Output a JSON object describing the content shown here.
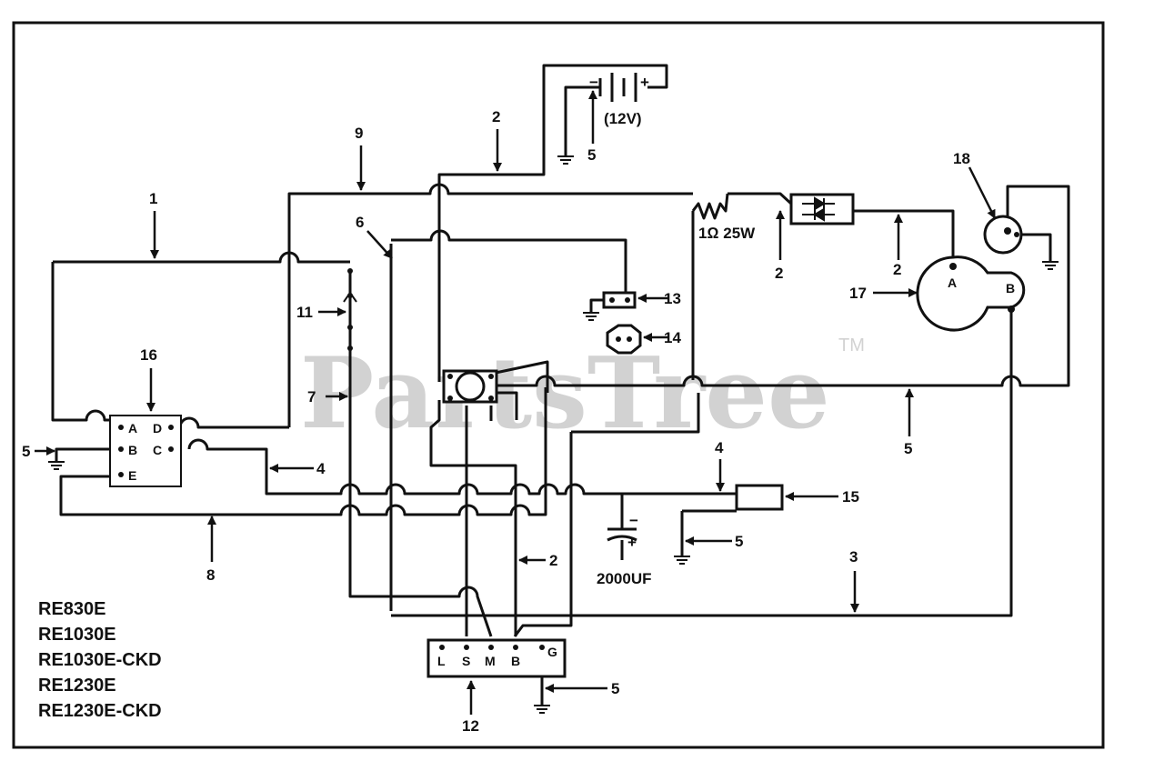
{
  "watermark": {
    "text": "PartsTree",
    "tm": "TM"
  },
  "models": [
    "RE830E",
    "RE1030E",
    "RE1030E-CKD",
    "RE1230E",
    "RE1230E-CKD"
  ],
  "battery": {
    "minus": "−",
    "plus": "+",
    "voltage": "(12V)"
  },
  "resistor": {
    "value": "1Ω 25W"
  },
  "capacitor": {
    "value": "2000UF",
    "minus": "−",
    "plus": "+"
  },
  "switch16": {
    "a": "A",
    "b": "B",
    "c": "C",
    "d": "D",
    "e": "E"
  },
  "motor17": {
    "a": "A",
    "b": "B"
  },
  "terminal12": {
    "l": "L",
    "s": "S",
    "m": "M",
    "b": "B",
    "g": "G"
  },
  "callouts": {
    "c1": "1",
    "c2a": "2",
    "c2b": "2",
    "c2c": "2",
    "c2d": "2",
    "c3": "3",
    "c4a": "4",
    "c4b": "4",
    "c5a": "5",
    "c5b": "5",
    "c5c": "5",
    "c5d": "5",
    "c5e": "5",
    "c6": "6",
    "c7": "7",
    "c8": "8",
    "c9": "9",
    "c11": "11",
    "c12": "12",
    "c13": "13",
    "c14": "14",
    "c15": "15",
    "c16": "16",
    "c17": "17",
    "c18": "18"
  }
}
